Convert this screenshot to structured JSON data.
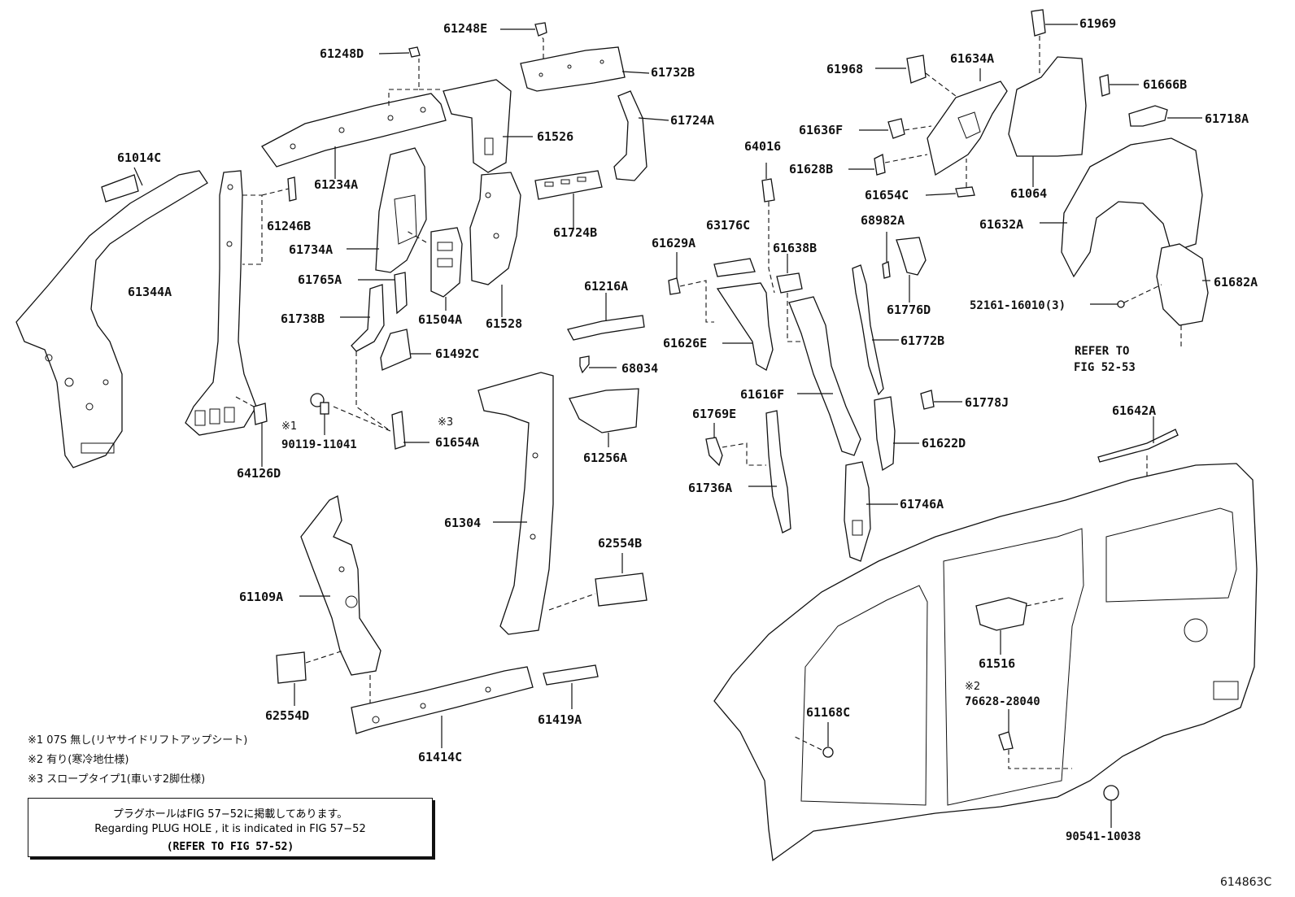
{
  "diagram_code": "614863C",
  "labels": [
    {
      "id": "61248E",
      "text": "61248E"
    },
    {
      "id": "61969",
      "text": "61969"
    },
    {
      "id": "61248D",
      "text": "61248D"
    },
    {
      "id": "61968",
      "text": "61968"
    },
    {
      "id": "61634A",
      "text": "61634A"
    },
    {
      "id": "61732B",
      "text": "61732B"
    },
    {
      "id": "61666B",
      "text": "61666B"
    },
    {
      "id": "61724A",
      "text": "61724A"
    },
    {
      "id": "61636F",
      "text": "61636F"
    },
    {
      "id": "61718A",
      "text": "61718A"
    },
    {
      "id": "61526",
      "text": "61526"
    },
    {
      "id": "64016",
      "text": "64016"
    },
    {
      "id": "61014C",
      "text": "61014C"
    },
    {
      "id": "61628B",
      "text": "61628B"
    },
    {
      "id": "61234A",
      "text": "61234A"
    },
    {
      "id": "61654C",
      "text": "61654C"
    },
    {
      "id": "61064",
      "text": "61064"
    },
    {
      "id": "61246B",
      "text": "61246B"
    },
    {
      "id": "61724B",
      "text": "61724B"
    },
    {
      "id": "63176C",
      "text": "63176C"
    },
    {
      "id": "68982A",
      "text": "68982A"
    },
    {
      "id": "61632A",
      "text": "61632A"
    },
    {
      "id": "61629A",
      "text": "61629A"
    },
    {
      "id": "61638B",
      "text": "61638B"
    },
    {
      "id": "61734A",
      "text": "61734A"
    },
    {
      "id": "61682A",
      "text": "61682A"
    },
    {
      "id": "61765A",
      "text": "61765A"
    },
    {
      "id": "61344A",
      "text": "61344A"
    },
    {
      "id": "61216A",
      "text": "61216A"
    },
    {
      "id": "52161-16010",
      "text": "52161-16010(3)"
    },
    {
      "id": "61776D",
      "text": "61776D"
    },
    {
      "id": "61738B",
      "text": "61738B"
    },
    {
      "id": "61504A",
      "text": "61504A"
    },
    {
      "id": "61528",
      "text": "61528"
    },
    {
      "id": "61626E",
      "text": "61626E"
    },
    {
      "id": "61772B",
      "text": "61772B"
    },
    {
      "id": "refer-to",
      "text": "REFER TO"
    },
    {
      "id": "fig-52-53",
      "text": "FIG 52-53"
    },
    {
      "id": "61492C",
      "text": "61492C"
    },
    {
      "id": "68034",
      "text": "68034"
    },
    {
      "id": "61616F",
      "text": "61616F"
    },
    {
      "id": "61778J",
      "text": "61778J"
    },
    {
      "id": "61642A",
      "text": "61642A"
    },
    {
      "id": "note-mark-1",
      "text": "※1"
    },
    {
      "id": "note-mark-3",
      "text": "※3"
    },
    {
      "id": "61769E",
      "text": "61769E"
    },
    {
      "id": "90119-11041",
      "text": "90119-11041"
    },
    {
      "id": "61654A",
      "text": "61654A"
    },
    {
      "id": "61622D",
      "text": "61622D"
    },
    {
      "id": "61256A",
      "text": "61256A"
    },
    {
      "id": "64126D",
      "text": "64126D"
    },
    {
      "id": "61736A",
      "text": "61736A"
    },
    {
      "id": "61746A",
      "text": "61746A"
    },
    {
      "id": "61304",
      "text": "61304"
    },
    {
      "id": "62554B",
      "text": "62554B"
    },
    {
      "id": "61109A",
      "text": "61109A"
    },
    {
      "id": "61516",
      "text": "61516"
    },
    {
      "id": "note-mark-2",
      "text": "※2"
    },
    {
      "id": "76628-28040",
      "text": "76628-28040"
    },
    {
      "id": "61168C",
      "text": "61168C"
    },
    {
      "id": "62554D",
      "text": "62554D"
    },
    {
      "id": "61419A",
      "text": "61419A"
    },
    {
      "id": "61414C",
      "text": "61414C"
    },
    {
      "id": "90541-10038",
      "text": "90541-10038"
    }
  ],
  "footnotes": [
    "※1 07S 無し(リヤサイドリフトアップシート)",
    "※2 有り(寒冷地仕様)",
    "※3 スロープタイプ1(車いす2脚仕様)"
  ],
  "notice": {
    "line1": "プラグホールはFIG 57−52に掲載してあります。",
    "line2": "Regarding  PLUG  HOLE , it is indicated in FIG  57−52",
    "line3": "(REFER TO FIG 57-52)"
  }
}
